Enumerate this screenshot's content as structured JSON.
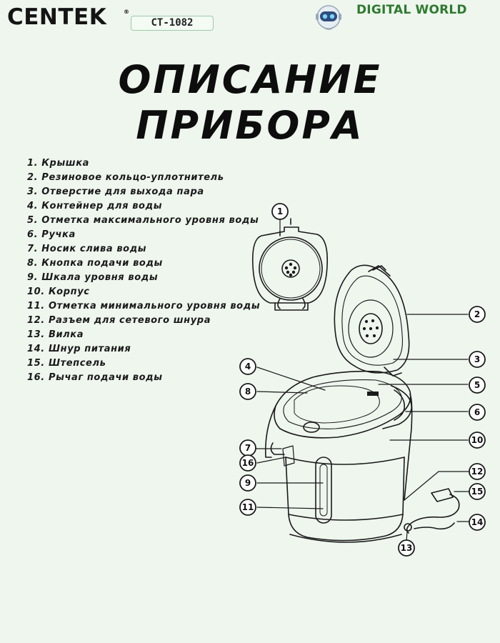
{
  "header": {
    "brand": "CENTEK",
    "brand_mark": "®",
    "model": "CT-1082",
    "watermark_logo_icon": "robot-head-icon",
    "watermark_text": "DIGITAL WORLD"
  },
  "title": {
    "line1": "ОПИСАНИЕ",
    "line2": "ПРИБОРА"
  },
  "parts": [
    "1. Крышка",
    "2. Резиновое кольцо-уплотнитель",
    "3. Отверстие для выхода пара",
    "4. Контейнер для воды",
    "5. Отметка максимального уровня воды",
    "6. Ручка",
    "7. Носик слива воды",
    "8. Кнопка подачи воды",
    "9. Шкала уровня воды",
    "10. Корпус",
    "11. Отметка минимального уровня воды",
    "12. Разъем для сетевого шнура",
    "13. Вилка",
    "14. Шнур питания",
    "15. Штепсель",
    "16. Рычаг подачи воды"
  ],
  "callouts": [
    "1",
    "2",
    "3",
    "4",
    "5",
    "6",
    "7",
    "8",
    "9",
    "10",
    "11",
    "12",
    "13",
    "14",
    "15",
    "16"
  ],
  "colors": {
    "background": "#eef6ee",
    "brand_text": "#141414",
    "watermark_green": "#2f7a30",
    "line_art": "#1a1a1a"
  }
}
